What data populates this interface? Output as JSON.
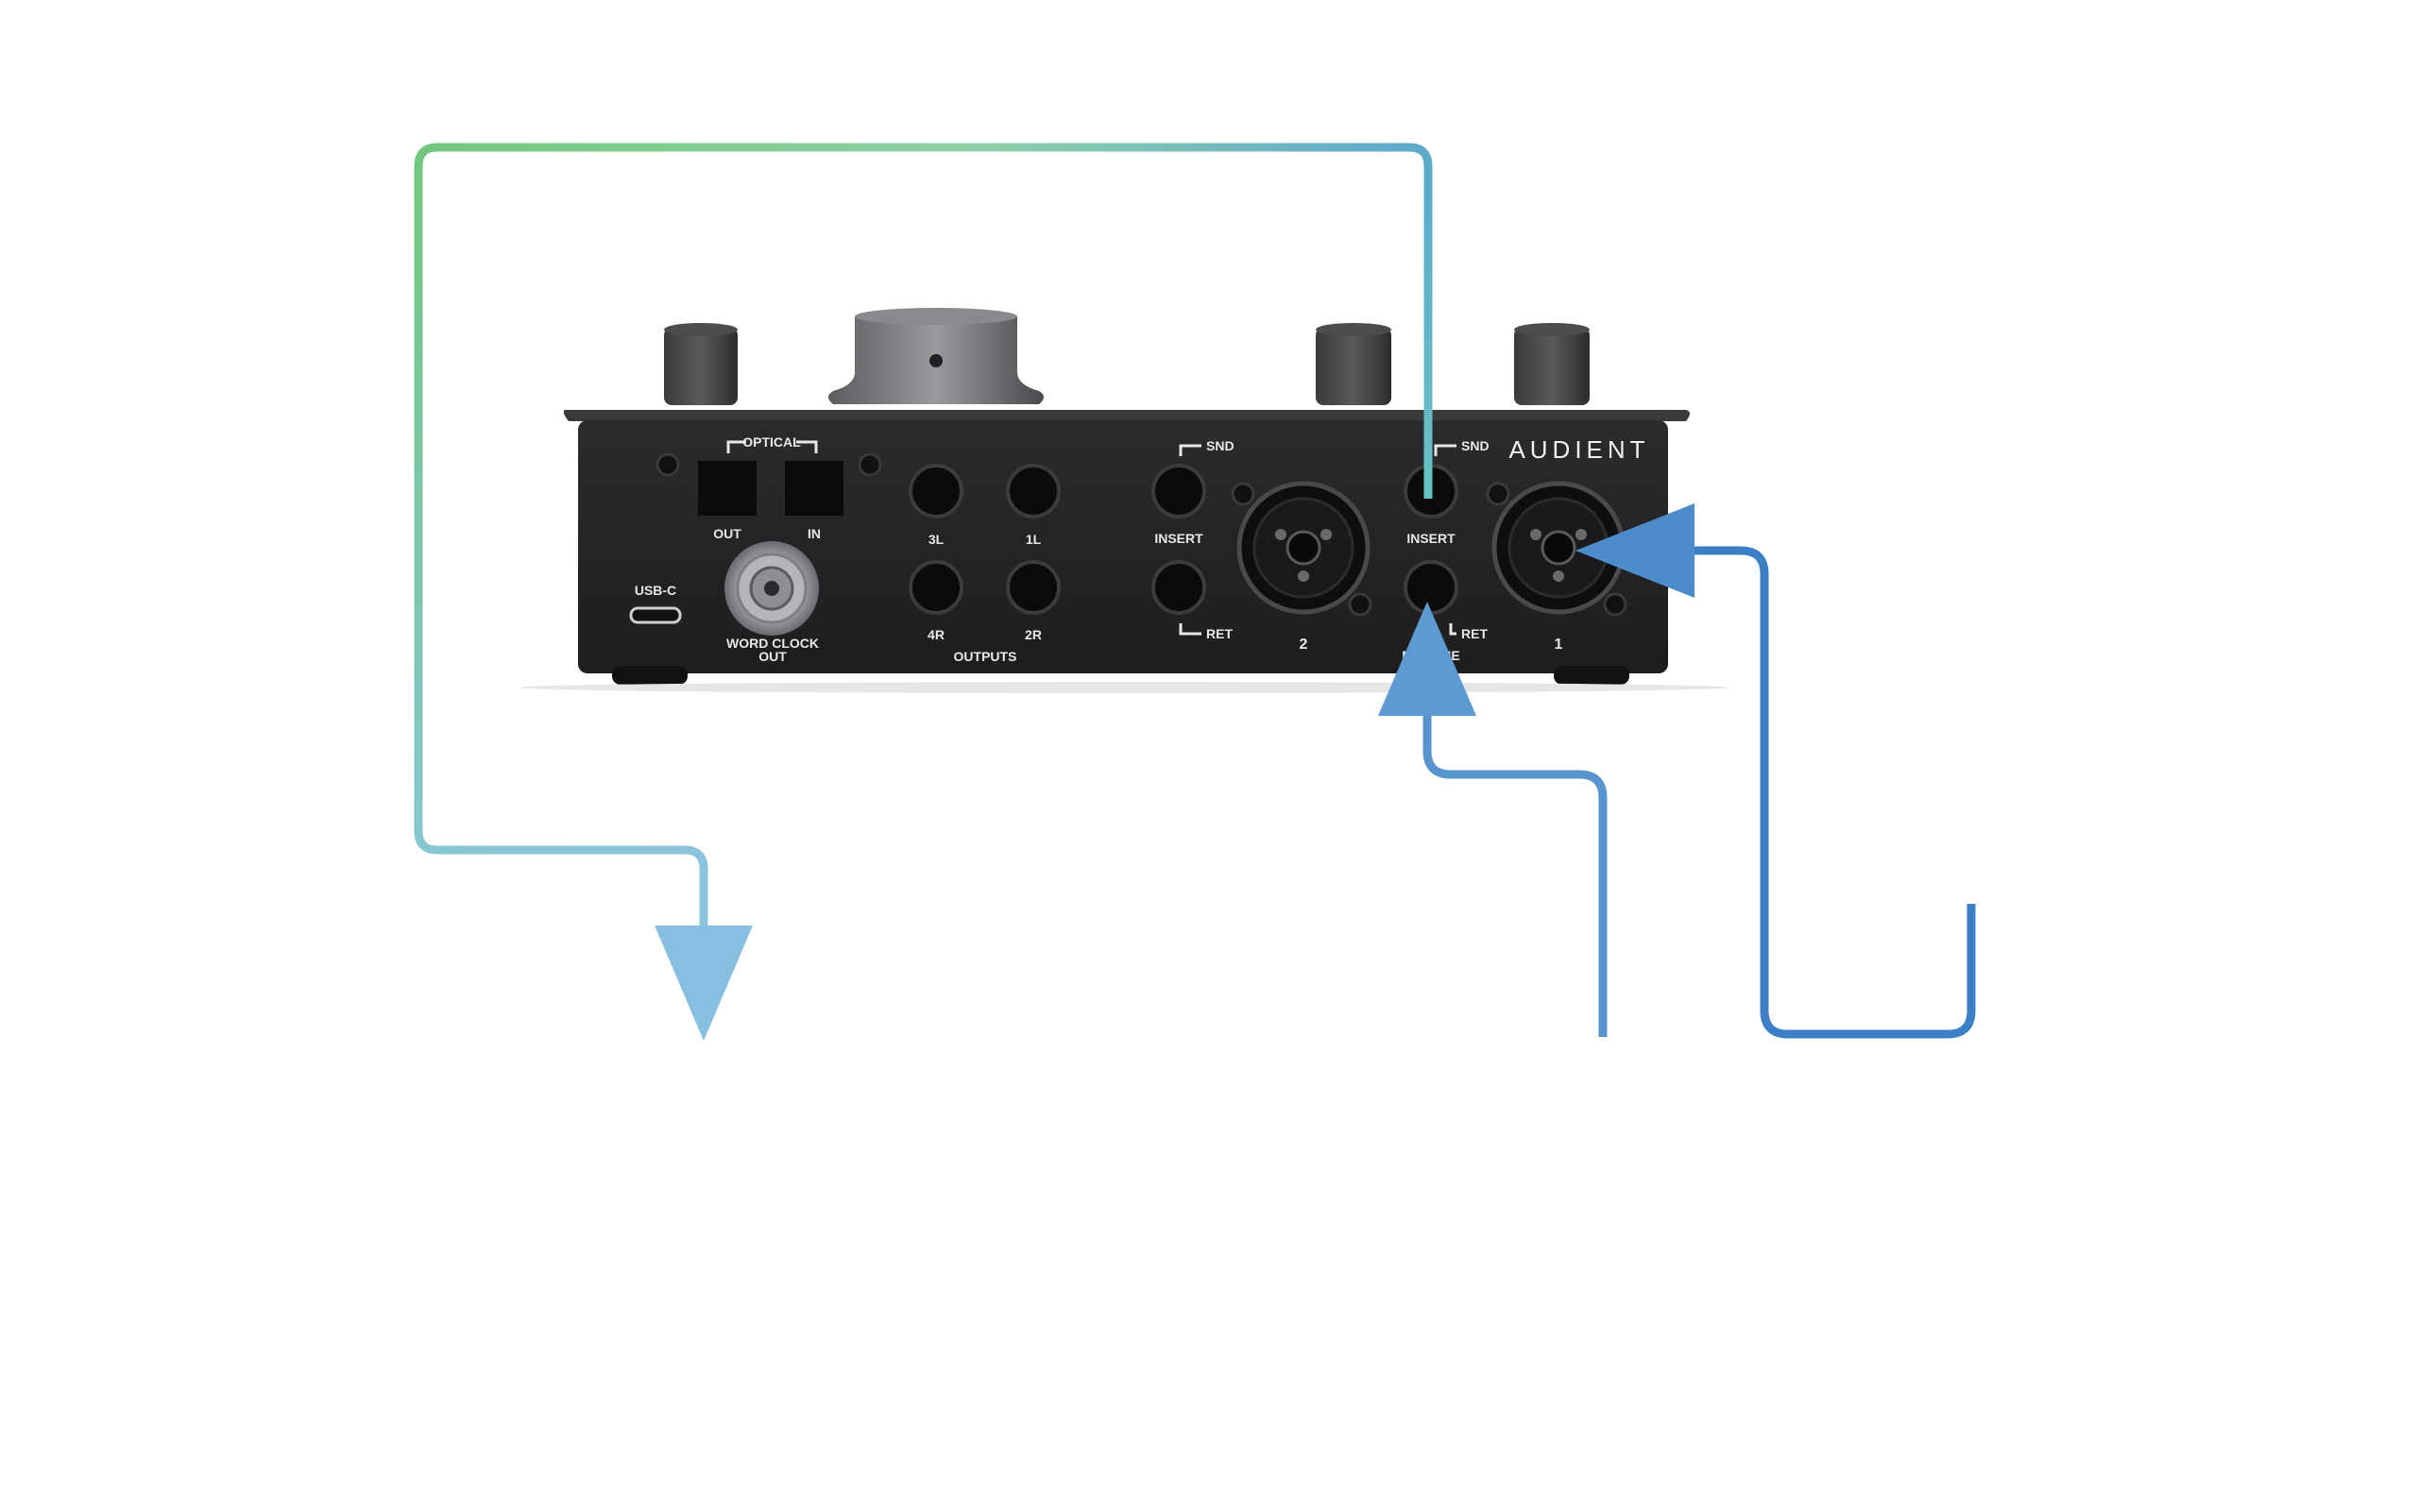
{
  "device": {
    "brand": "AUDIENT",
    "labels": {
      "optical": "OPTICAL",
      "optical_out": "OUT",
      "optical_in": "IN",
      "usb_c": "USB-C",
      "word_clock_1": "WORD CLOCK",
      "word_clock_2": "OUT",
      "out_3l": "3L",
      "out_1l": "1L",
      "out_4r": "4R",
      "out_2r": "2R",
      "outputs": "OUTPUTS",
      "snd_2": "SND",
      "insert_2": "INSERT",
      "ret_2": "RET",
      "input_2": "2",
      "snd_1": "SND",
      "insert_1": "INSERT",
      "ret_1": "RET",
      "mic_line": "MIC/LINE",
      "input_1": "1"
    }
  },
  "signal_paths": [
    {
      "name": "insert-send-loop",
      "direction": "from insert 1 send to external device",
      "colors": [
        "#74c77e",
        "#66aecb",
        "#86bfe0"
      ]
    },
    {
      "name": "insert-return-path",
      "direction": "into insert 1 return",
      "color": "#5793cc"
    },
    {
      "name": "mic-line-input-path",
      "direction": "into input 1 combo jack",
      "color": "#3c7fc6"
    }
  ]
}
